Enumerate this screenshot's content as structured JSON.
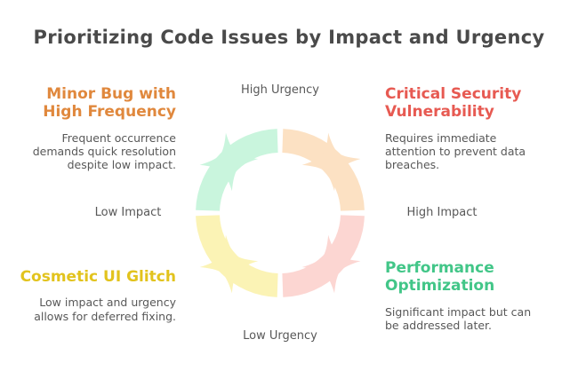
{
  "title": "Prioritizing Code Issues by Impact and Urgency",
  "colors": {
    "title_text": "#4a4a4a",
    "body_text": "#585858",
    "axis_text": "#585858",
    "orange": "#e0883d",
    "red": "#e75a52",
    "gold": "#e2c31d",
    "green": "#42c688",
    "arc_mint": "#c9f5dd",
    "arc_peach": "#fce1c3",
    "arc_pink": "#fcd6d2",
    "arc_yellow": "#fbf3b5"
  },
  "sections": {
    "top_left": {
      "heading": "Minor Bug with\nHigh Frequency",
      "body": "Frequent occurrence\ndemands quick resolution\ndespite low impact."
    },
    "top_right": {
      "heading": "Critical Security\nVulnerability",
      "body": "Requires immediate\nattention to prevent data\nbreaches."
    },
    "bottom_left": {
      "heading": "Cosmetic UI Glitch",
      "body": "Low impact and urgency\nallows for deferred fixing."
    },
    "bottom_right": {
      "heading": "Performance\nOptimization",
      "body": "Significant impact but can\nbe addressed later."
    }
  },
  "axis_labels": {
    "top": "High Urgency",
    "left": "Low Impact",
    "right": "High Impact",
    "bottom": "Low Urgency"
  }
}
